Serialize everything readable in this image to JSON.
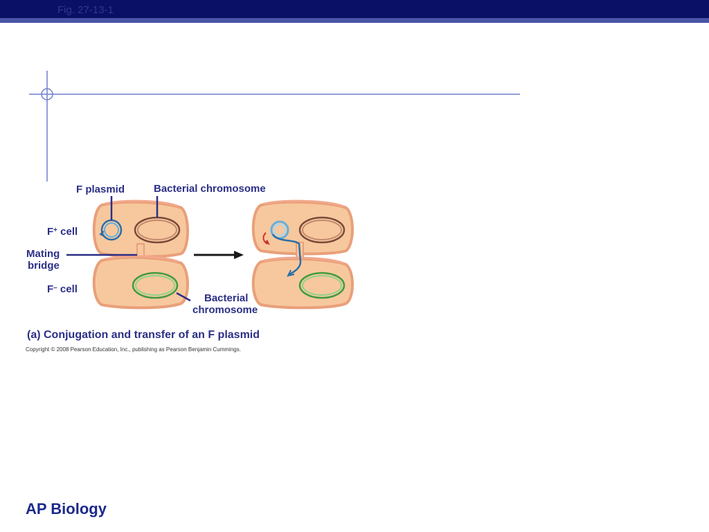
{
  "slide": {
    "figure_label": "Fig. 27-13-1",
    "footer_title": "AP Biology",
    "caption": "(a) Conjugation and transfer of an F plasmid",
    "copyright": "Copyright © 2008 Pearson Education, Inc., publishing as Pearson Benjamin Cummings."
  },
  "labels": {
    "f_plasmid": "F plasmid",
    "bacterial_chromosome_top": "Bacterial chromosome",
    "f_plus_prefix": "F",
    "f_plus_sup": "+",
    "f_plus_suffix": " cell",
    "mating_line1": "Mating",
    "mating_line2": "bridge",
    "f_minus_prefix": "F",
    "f_minus_sup": "–",
    "f_minus_suffix": " cell",
    "bacterial_chromosome_bottom_line1": "Bacterial",
    "bacterial_chromosome_bottom_line2": "chromosome"
  },
  "colors": {
    "header_bar": "#0a1065",
    "header_stripe": "#4a55a8",
    "label_text": "#2b2f86",
    "cell_fill": "#f7c89d",
    "cell_edge": "#e9a07a",
    "f_plasmid": "#3d8fc7",
    "chromosome_fplus": "#8a5a4a",
    "chromosome_fminus": "#5bb55a",
    "arrow": "#1a1a1a",
    "red_arrow": "#d0302c"
  }
}
